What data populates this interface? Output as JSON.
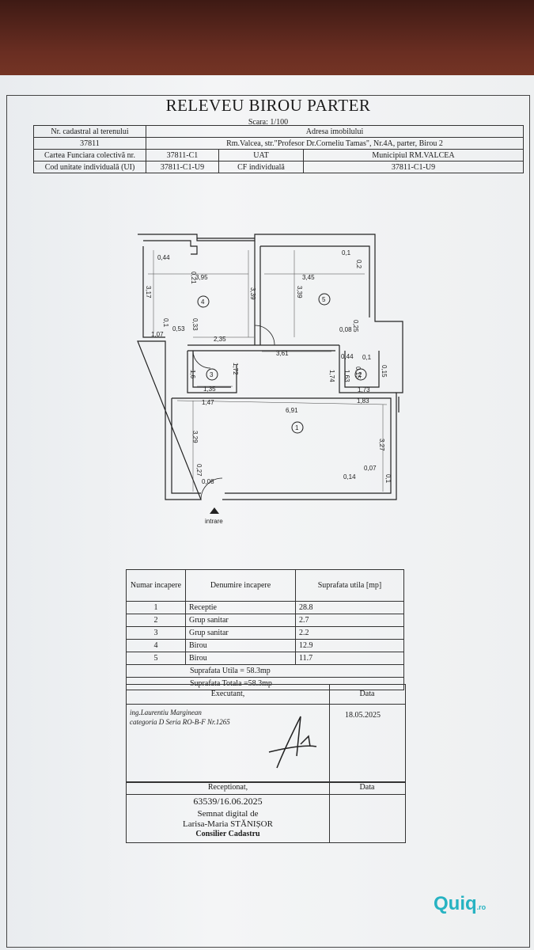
{
  "document": {
    "title": "RELEVEU BIROU PARTER",
    "scale": "Scara: 1/100"
  },
  "header_table": {
    "nr_cadastral_label": "Nr. cadastral al terenului",
    "adresa_label": "Adresa imobilului",
    "nr_cadastral_value": "37811",
    "adresa_value": "Rm.Valcea, str.\"Profesor Dr.Corneliu Tamas\", Nr.4A, parter, Birou 2",
    "cf_colectiva_label": "Cartea Funciara colectivă nr.",
    "cf_colectiva_value": "37811-C1",
    "uat_label": "UAT",
    "uat_value": "Municipiul RM.VALCEA",
    "cod_ui_label": "Cod unitate individuală (UI)",
    "cod_ui_value": "37811-C1-U9",
    "cf_individuala_label": "CF individuală",
    "cf_individuala_value": "37811-C1-U9"
  },
  "plan": {
    "entrance_label": "intrare",
    "room_numbers": [
      "1",
      "2",
      "3",
      "4",
      "5"
    ],
    "dimensions": [
      "0,44",
      "0,21",
      "3,95",
      "3,17",
      "3,39",
      "0,1",
      "0,33",
      "0,53",
      "1,07",
      "2,35",
      "1,6",
      "1,72",
      "1,35",
      "1,47",
      "3,29",
      "0,27",
      "0,08",
      "0,1",
      "0,2",
      "3,45",
      "3,39",
      "0,25",
      "0,08",
      "3,61",
      "0,44",
      "0,1",
      "0,15",
      "1,74",
      "0,15",
      "1,63",
      "1,73",
      "1,83",
      "6,91",
      "3,27",
      "0,07",
      "0,14",
      "0,1"
    ]
  },
  "rooms_table": {
    "col_nr": "Numar incapere",
    "col_name": "Denumire incapere",
    "col_area": "Suprafata utila [mp]",
    "rows": [
      {
        "nr": "1",
        "name": "Receptie",
        "area": "28.8"
      },
      {
        "nr": "2",
        "name": "Grup sanitar",
        "area": "2.7"
      },
      {
        "nr": "3",
        "name": "Grup sanitar",
        "area": "2.2"
      },
      {
        "nr": "4",
        "name": "Birou",
        "area": "12.9"
      },
      {
        "nr": "5",
        "name": "Birou",
        "area": "11.7"
      }
    ],
    "total_utila": "Suprafata Utila = 58.3mp",
    "total_totala": "Suprafata Totala =58.3mp"
  },
  "executant": {
    "label": "Executant,",
    "date_label": "Data",
    "date_value": "18.05.2025",
    "name": "ing.Laurentiu Marginean",
    "category": "categoria D Seria RO-B-F Nr.1265"
  },
  "receptionat": {
    "label": "Receptionat,",
    "date_label": "Data",
    "number": "63539/16.06.2025",
    "signed_line": "Semnat digital de",
    "signer_name": "Larisa-Maria STĂNIȘOR",
    "signer_role": "Consilier Cadastru"
  },
  "watermark": {
    "brand": "Quiq",
    "suffix": ".ro",
    "color": "#27b3c2"
  }
}
